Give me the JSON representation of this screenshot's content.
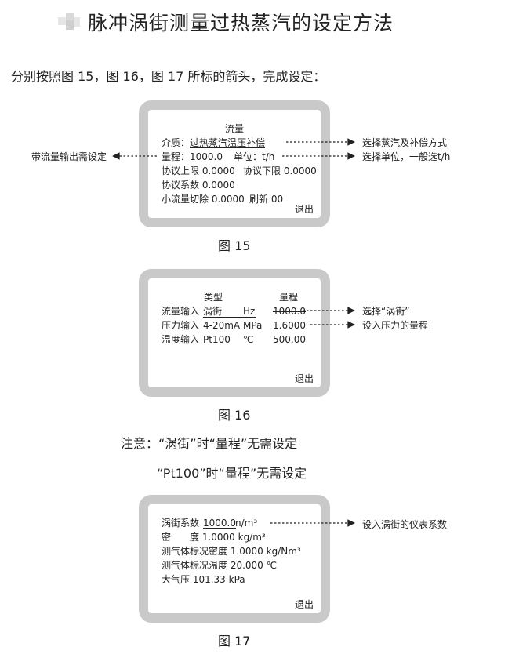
{
  "title": "脉冲涡街测量过热蒸汽的设定方法",
  "intro": "分别按照图 15，图 16，图 17 所标的箭头，完成设定：",
  "fig15": {
    "heading": "流量",
    "medium_label": "介质：",
    "medium_value": "过热蒸汽温压补偿",
    "range_label": "量程：",
    "range_value": "1000.0",
    "unit_label": "单位：",
    "unit_value": "t/h",
    "upper_limit": "协议上限 0.0000",
    "lower_limit": "协议下限 0.0000",
    "coefficient": "协议系数 0.0000",
    "small_cut": "小流量切除 0.0000",
    "refresh": "刷新 00",
    "exit": "退出",
    "caption": "图 15",
    "annot_medium": "选择蒸汽及补偿方式",
    "annot_unit": "选择单位，一般选t/h",
    "annot_range": "带流量输出需设定"
  },
  "fig16": {
    "col_type": "类型",
    "col_range": "量程",
    "rows": [
      {
        "label": "流量输入",
        "type": "涡街",
        "unit": "Hz",
        "range": "1000.0"
      },
      {
        "label": "压力输入",
        "type": "4-20mA",
        "unit": "MPa",
        "range": "1.6000"
      },
      {
        "label": "温度输入",
        "type": "Pt100",
        "unit": "℃",
        "range": "500.00"
      }
    ],
    "exit": "退出",
    "caption": "图 16",
    "annot_flow": "选择“涡街”",
    "annot_pressure": "设入压力的量程"
  },
  "notes": {
    "line1": "注意：“涡街”时“量程”无需设定",
    "line2": "“Pt100”时“量程”无需设定"
  },
  "fig17": {
    "vortex_label": "涡街系数",
    "vortex_value": "1000.0",
    "vortex_unit": "n/m³",
    "density": "密　　度 1.0000  kg/m³",
    "std_density": "测气体标况密度 1.0000  kg/Nm³",
    "std_temp": "测气体标况温度 20.000 ℃",
    "atm": "大气压 101.33  kPa",
    "exit": "退出",
    "caption": "图 17",
    "annot_vortex": "设入涡街的仪表系数"
  }
}
